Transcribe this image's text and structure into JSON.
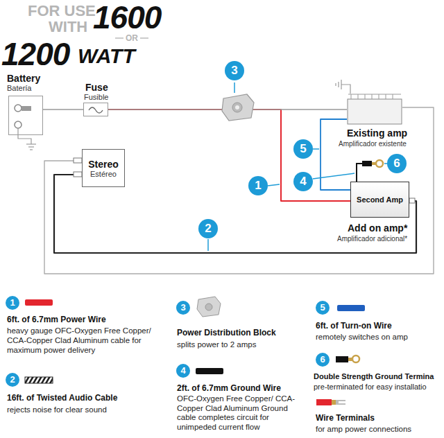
{
  "diagram": {
    "nodes": [
      {
        "text": [
          "Battery",
          "Batería"
        ]
      },
      {
        "text": [
          "Fuse",
          "Fusible"
        ]
      },
      {
        "text": [
          "Stereo",
          "Estéreo"
        ]
      },
      {
        "text": [
          "Existing amp",
          "Amplificador existente"
        ]
      },
      {
        "text": [
          "Second Amp",
          "Add on amp*",
          "Amplificador adicional*"
        ]
      }
    ],
    "edges": [
      {
        "from": 0,
        "to": 1,
        "arrow": "none"
      },
      {
        "from": 1,
        "to": 4,
        "arrow": "none"
      },
      {
        "from": 1,
        "to": 3,
        "arrow": "none"
      },
      {
        "from": 3,
        "to": 4,
        "arrow": "none"
      },
      {
        "from": 2,
        "to": 4,
        "arrow": "none"
      },
      {
        "from": 2,
        "to": 3,
        "arrow": "none"
      }
    ],
    "labels": [
      "FOR USE",
      "WITH",
      "1600",
      "OR",
      "1200",
      "WATT",
      "3",
      "5",
      "1",
      "4",
      "6",
      "2",
      "1",
      "2",
      "3",
      "4",
      "5",
      "6",
      "heavy gauge OFC-Oxygen Free Copper/ CCA-Copper Clad Aluminum cable for maximum power delivery",
      "rejects noise for clear sound",
      "splits power to 2 amps",
      "OFC-Oxygen Free Copper/ CCA-Copper Clad Aluminum Ground cable completes circuit for unimpeded current flow",
      "remotely switches on amp",
      "pre-terminated for easy installatio",
      "for amp power connections"
    ],
    "legend": [
      {
        "text": "6ft. of 6.7mm Power Wire",
        "color": "#e3262e"
      },
      {
        "text": "16ft. of Twisted Audio Cable"
      },
      {
        "text": "Power Distribution Block"
      },
      {
        "text": "2ft. of 6.7mm Ground Wire",
        "color": "#111111"
      },
      {
        "text": "6ft. of Turn-on Wire",
        "color": "#1f5fbf"
      },
      {
        "text": "Double Strength Ground Termina"
      },
      {
        "text": "Wire Terminals"
      }
    ]
  }
}
